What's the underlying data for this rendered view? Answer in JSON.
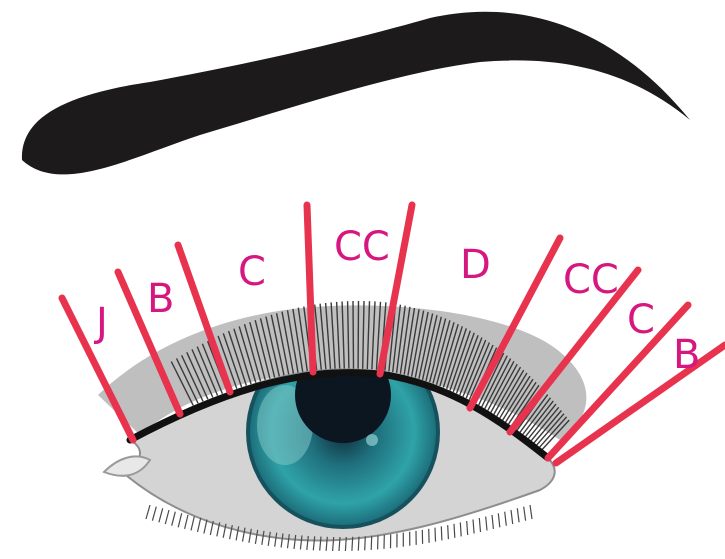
{
  "diagram": {
    "zones": [
      {
        "id": "zone-1",
        "label": "J"
      },
      {
        "id": "zone-2",
        "label": "B"
      },
      {
        "id": "zone-3",
        "label": "C"
      },
      {
        "id": "zone-4",
        "label": "CC"
      },
      {
        "id": "zone-5",
        "label": "D"
      },
      {
        "id": "zone-6",
        "label": "CC"
      },
      {
        "id": "zone-7",
        "label": "C"
      },
      {
        "id": "zone-8",
        "label": "B"
      }
    ],
    "colors": {
      "label": "#d6177f",
      "divider": "#e8334f",
      "brow": "#1c1a1b",
      "iris": "#2a8d94",
      "pupil": "#0b1620",
      "lid": "#bcbcbc",
      "sclera": "#d2d2d2"
    }
  }
}
